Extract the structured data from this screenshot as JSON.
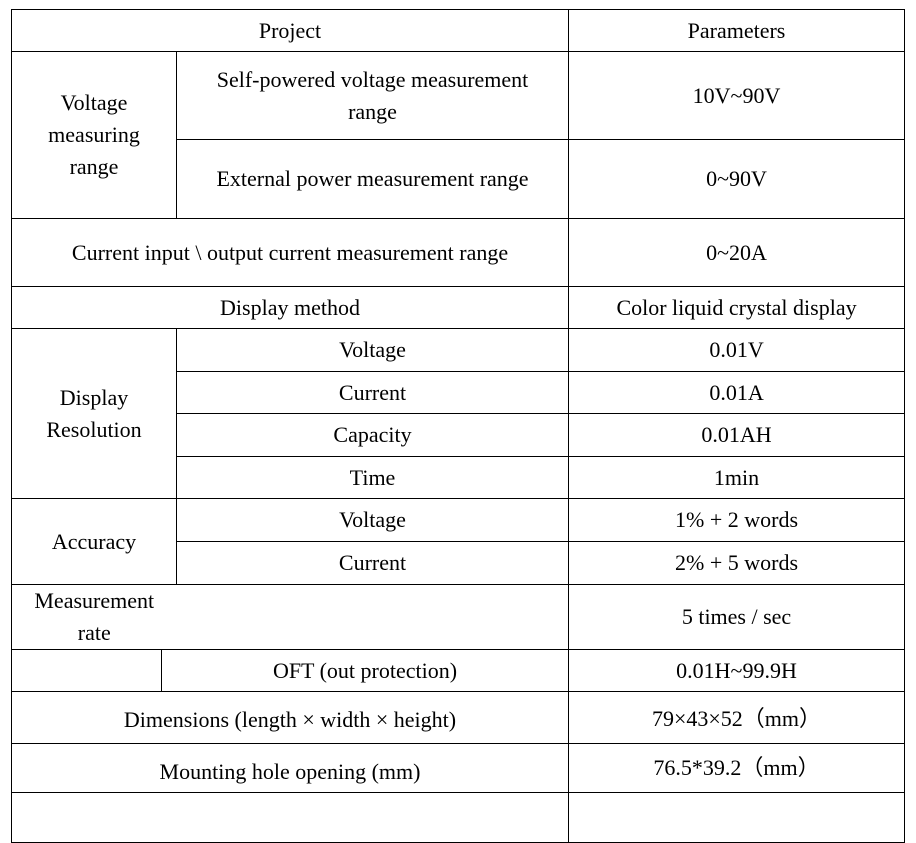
{
  "header": {
    "project": "Project",
    "parameters": "Parameters"
  },
  "rows": {
    "voltage_range_group": "Voltage measuring range",
    "self_powered_label": "Self-powered voltage measurement range",
    "self_powered_value": "10V~90V",
    "external_label": "External power measurement range",
    "external_value": "0~90V",
    "current_range_label": "Current input \\ output current measurement range",
    "current_range_value": "0~20A",
    "display_method_label": "Display method",
    "display_method_value": "Color liquid crystal display",
    "resolution_group": "Display Resolution",
    "res_voltage_label": "Voltage",
    "res_voltage_value": "0.01V",
    "res_current_label": "Current",
    "res_current_value": "0.01A",
    "res_capacity_label": "Capacity",
    "res_capacity_value": "0.01AH",
    "res_time_label": "Time",
    "res_time_value": "1min",
    "accuracy_group": "Accuracy",
    "acc_voltage_label": "Voltage",
    "acc_voltage_value": "1% + 2 words",
    "acc_current_label": "Current",
    "acc_current_value": "2% + 5 words",
    "rate_label": "Measurement rate",
    "rate_value": "5 times / sec",
    "oft_label": "OFT (out protection)",
    "oft_value": "0.01H~99.9H",
    "dimensions_label": "Dimensions (length × width × height)",
    "dimensions_value": "79×43×52（mm）",
    "mounting_label": "Mounting hole opening (mm)",
    "mounting_value": "76.5*39.2（mm）"
  }
}
